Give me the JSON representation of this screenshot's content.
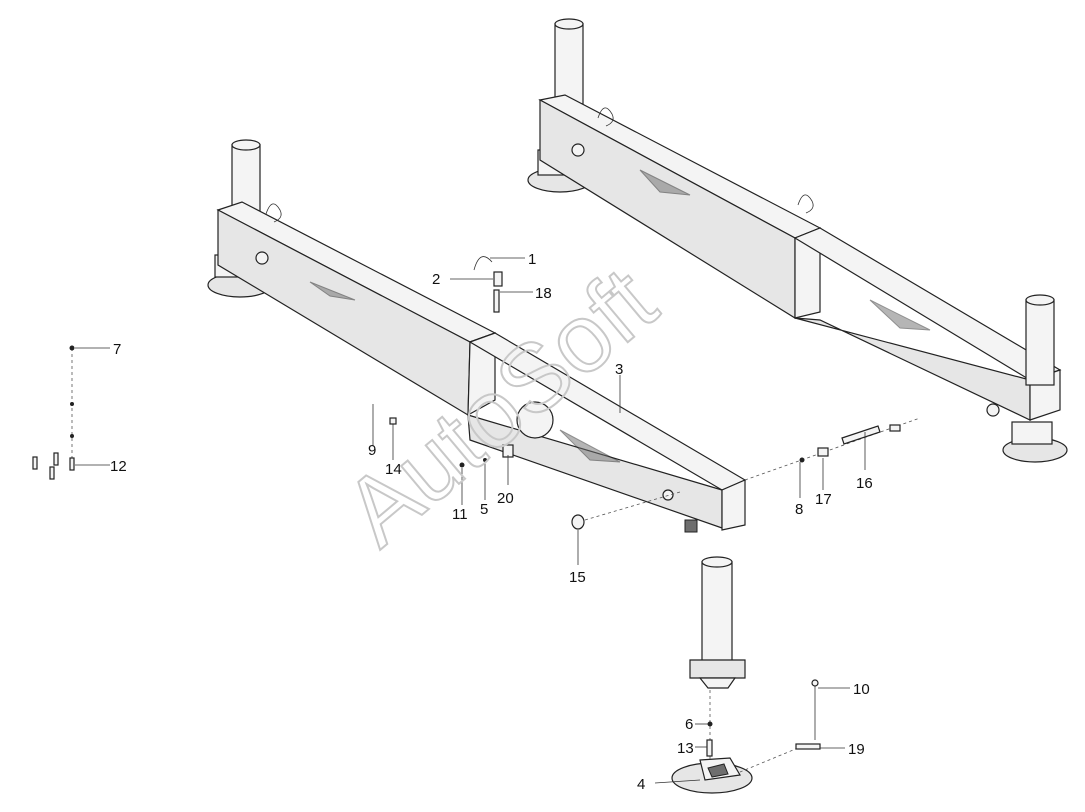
{
  "watermark": "AutoSoft",
  "callouts": {
    "c1": "1",
    "c2": "2",
    "c3": "3",
    "c4": "4",
    "c5": "5",
    "c6": "6",
    "c7": "7",
    "c8": "8",
    "c9": "9",
    "c10": "10",
    "c11": "11",
    "c12": "12",
    "c13": "13",
    "c14": "14",
    "c15": "15",
    "c16": "16",
    "c17": "17",
    "c18": "18",
    "c19": "19",
    "c20": "20"
  }
}
